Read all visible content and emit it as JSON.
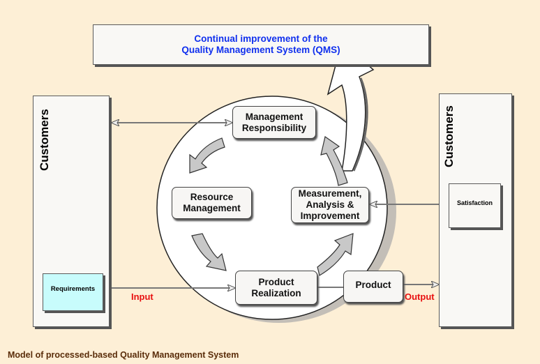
{
  "title": "Continual improvement of the Quality Management System (QMS)",
  "banner": {
    "line1": "Continual improvement of the",
    "line2": "Quality Management System (QMS)"
  },
  "left_panel": {
    "title": "Customers",
    "requirements": "Requirements"
  },
  "right_panel": {
    "title": "Customers",
    "satisfaction": "Satisfaction"
  },
  "processes": {
    "management": [
      "Management",
      "Responsibility"
    ],
    "resource": [
      "Resource",
      "Management"
    ],
    "measurement": [
      "Measurement,",
      "Analysis &",
      "Improvement"
    ],
    "realization": [
      "Product",
      "Realization"
    ],
    "product": "Product"
  },
  "labels": {
    "input": "Input",
    "output": "Output"
  },
  "caption": "Model of processed-based Quality Management System",
  "colors": {
    "background": "#fdefd6",
    "banner_text": "#1030ee",
    "io_label": "#e81010",
    "caption": "#5a2d0a",
    "requirements_fill": "#c8fcfc"
  }
}
